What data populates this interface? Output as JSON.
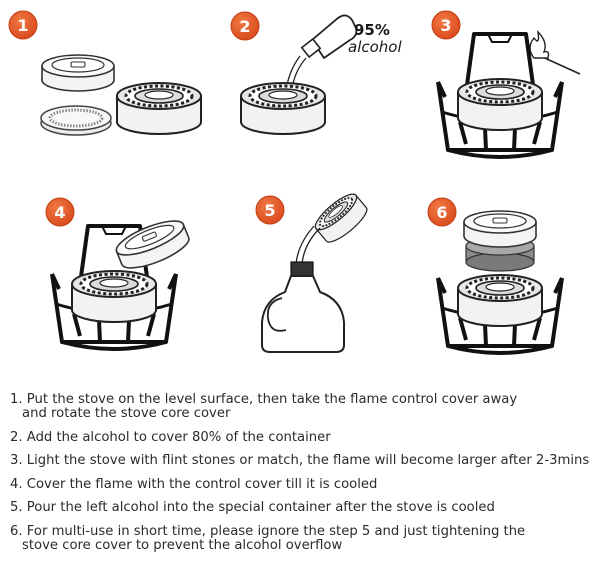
{
  "panels": [
    {
      "badge": "1"
    },
    {
      "badge": "2",
      "bottle_percent": "95%",
      "bottle_text": "alcohol"
    },
    {
      "badge": "3"
    },
    {
      "badge": "4"
    },
    {
      "badge": "5"
    },
    {
      "badge": "6"
    }
  ],
  "accent_color": "#e8541f",
  "steps": [
    {
      "line1": "1. Put the stove on the level surface, then take the flame control cover away",
      "line2": "and rotate the stove core cover"
    },
    {
      "line1": "2. Add the alcohol to cover 80% of the container",
      "line2": ""
    },
    {
      "line1": "3. Light the stove with flint stones or match, the flame will become larger after 2-3mins",
      "line2": ""
    },
    {
      "line1": "4. Cover the flame with the control cover till it is cooled",
      "line2": ""
    },
    {
      "line1": "5. Pour the left alcohol into the special container after the stove is cooled",
      "line2": ""
    },
    {
      "line1": "6. For multi-use in short time, please ignore the step 5 and just tightening the",
      "line2": "stove core cover to prevent the alcohol overflow"
    }
  ]
}
